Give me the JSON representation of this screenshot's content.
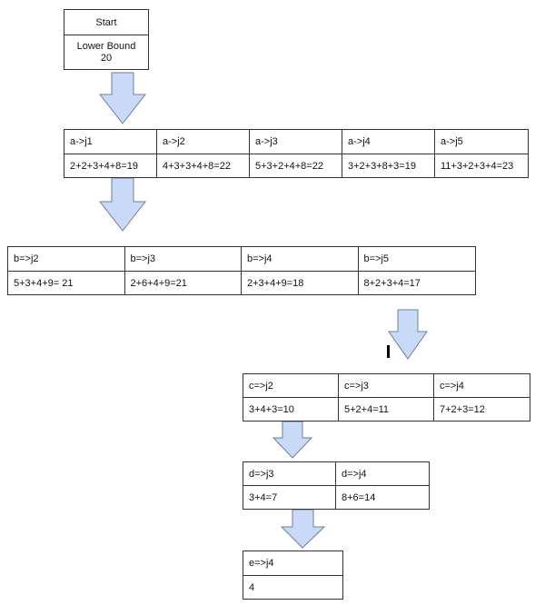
{
  "start": {
    "title": "Start",
    "label": "Lower Bound",
    "value": "20"
  },
  "levels": [
    {
      "headers": [
        "a->j1",
        "a->j2",
        "a->j3",
        "a->j4",
        "a->j5"
      ],
      "values": [
        "2+2+3+4+8=19",
        "4+3+3+4+8=22",
        "5+3+2+4+8=22",
        "3+2+3+8+3=19",
        "11+3+2+3+4=23"
      ]
    },
    {
      "headers": [
        "b=>j2",
        "b=>j3",
        "b=>j4",
        "b=>j5"
      ],
      "values": [
        "5+3+4+9= 21",
        "2+6+4+9=21",
        "2+3+4+9=18",
        "8+2+3+4=17"
      ]
    },
    {
      "headers": [
        "c=>j2",
        "c=>j3",
        "c=>j4"
      ],
      "values": [
        "3+4+3=10",
        "5+2+4=11",
        "7+2+3=12"
      ]
    },
    {
      "headers": [
        "d=>j3",
        "d=>j4"
      ],
      "values": [
        "3+4=7",
        "8+6=14"
      ]
    },
    {
      "headers": [
        "e=>j4"
      ],
      "values": [
        "4"
      ]
    }
  ],
  "colors": {
    "arrow_fill": "#c9daf8",
    "arrow_stroke": "#6d7f99",
    "border": "#333333"
  }
}
